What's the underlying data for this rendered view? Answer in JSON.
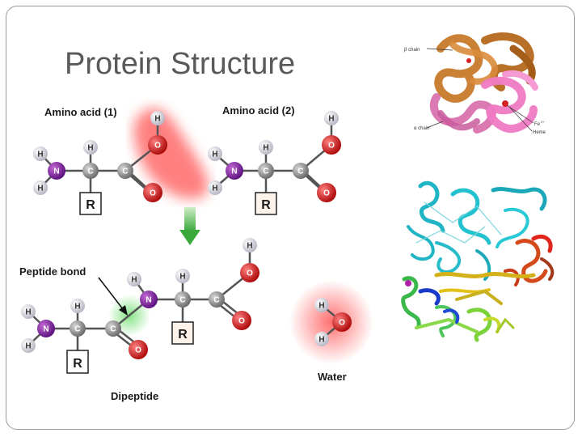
{
  "slide": {
    "title": "Protein Structure"
  },
  "reaction": {
    "amino_acid_1": "Amino acid (1)",
    "amino_acid_2": "Amino acid (2)",
    "peptide_bond": "Peptide bond",
    "dipeptide": "Dipeptide",
    "water": "Water",
    "atoms": {
      "H": "H",
      "N": "N",
      "C": "C",
      "O": "O",
      "R": "R"
    }
  },
  "hemoglobin": {
    "beta_chain": "β chain",
    "alpha_chain": "α chain",
    "fe": "Fe",
    "fe_charge": "2+",
    "heme": "Heme"
  },
  "colors": {
    "nitrogen": "#7b1fa2",
    "carbon": "#8c8c8c",
    "oxygen": "#d42020",
    "hydrogen": "#e8e8ee",
    "highlight_red": "#ff6b6b",
    "highlight_green": "#7bd67b",
    "arrow_green": "#5cb85c",
    "beta_chain": "#c87a2a",
    "alpha_chain": "#e07ab8"
  }
}
